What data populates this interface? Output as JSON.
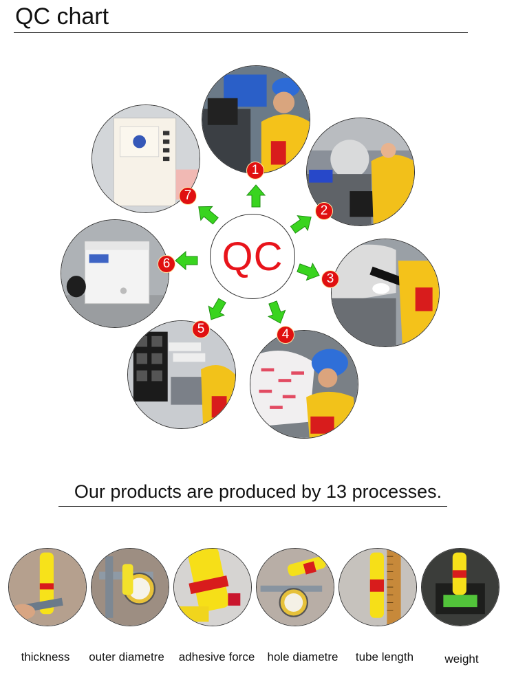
{
  "header": {
    "title": "QC chart"
  },
  "diagram": {
    "center_label": "QC",
    "steps": [
      {
        "number": "1",
        "icon": "worker-inspection-photo"
      },
      {
        "number": "2",
        "icon": "machine-inspection-photo"
      },
      {
        "number": "3",
        "icon": "tube-testing-photo"
      },
      {
        "number": "4",
        "icon": "packing-inspection-photo"
      },
      {
        "number": "5",
        "icon": "line-inspection-photo"
      },
      {
        "number": "6",
        "icon": "freezer-test-photo"
      },
      {
        "number": "7",
        "icon": "aging-oven-photo"
      }
    ],
    "colors": {
      "arrow": "#39d41f",
      "badge": "#e01010",
      "center_text": "#e8141b"
    }
  },
  "process": {
    "headline": "Our products are produced by 13 processes.",
    "tests": [
      {
        "label": "thickness"
      },
      {
        "label": "outer diametre"
      },
      {
        "label": "adhesive force"
      },
      {
        "label": "hole diametre"
      },
      {
        "label": "tube length"
      },
      {
        "label": "weight"
      }
    ]
  }
}
